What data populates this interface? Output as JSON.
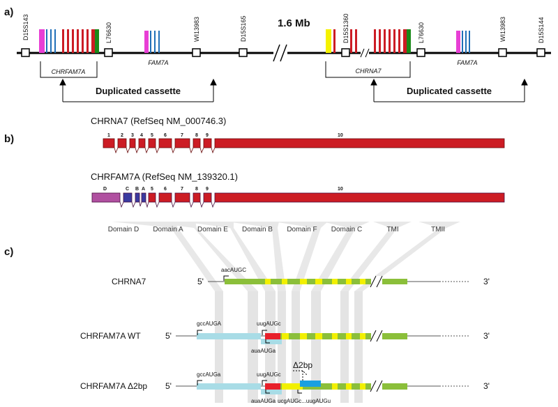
{
  "panels": {
    "a": {
      "label": "a)",
      "distance": "1.6 Mb",
      "markers_left": [
        "D15S143",
        "L76630",
        "WI13983",
        "D15S165"
      ],
      "markers_right": [
        "D15S1360",
        "L76630",
        "WI13983",
        "D15S144"
      ],
      "gene_labels": {
        "chrfam7a": "CHRFAM7A",
        "fam7a_left": "FAM7A",
        "chrna7": "CHRNA7",
        "fam7a_right": "FAM7A"
      },
      "cassette_label": "Duplicated cassette"
    },
    "b": {
      "label": "b)",
      "chrna7_title": "CHRNA7 (RefSeq NM_000746.3)",
      "chrfam7a_title": "CHRFAM7A (RefSeq NM_139320.1)",
      "chrna7_exons": [
        "1",
        "2",
        "3",
        "4",
        "5",
        "6",
        "7",
        "8",
        "9",
        "10"
      ],
      "chrfam7a_exons": [
        "D",
        "C",
        "B",
        "A",
        "5",
        "6",
        "7",
        "8",
        "9",
        "10"
      ],
      "domains": [
        "Domain D",
        "Domain A",
        "Domain E",
        "Domain B",
        "Domain F",
        "Domain C",
        "TMI",
        "TMII"
      ]
    },
    "c": {
      "label": "c)",
      "rows": [
        {
          "name": "CHRNA7",
          "five": "5'",
          "three": "3'",
          "seqs": [
            "aacAUGC"
          ]
        },
        {
          "name": "CHRFAM7A WT",
          "five": "5'",
          "three": "3'",
          "seqs": [
            "gccAUGA",
            "uugAUGc",
            "auaAUGa"
          ]
        },
        {
          "name": "CHRFAM7A Δ2bp",
          "five": "5'",
          "three": "3'",
          "seqs": [
            "gccAUGa",
            "uugAUGc",
            "auaAUGa",
            "ucgAUGc...uugAUGu"
          ],
          "deletion": "Δ2bp"
        }
      ]
    }
  },
  "colors": {
    "exon_red": "#cc1c24",
    "exon_blue": "#1f6fb8",
    "exon_magenta": "#e83fd5",
    "exon_yellow": "#f5f200",
    "exon_green": "#1a8a1a",
    "chrfam7a_d": "#b050a0",
    "chrfam7a_cba": "#3a3aa0",
    "band_gray": "#e4e4e4",
    "orf_green": "#8bbf3a",
    "orf_yellow": "#f2f000",
    "utr_lightblue": "#a8dce6",
    "frame_blue": "#1aa0e0"
  }
}
